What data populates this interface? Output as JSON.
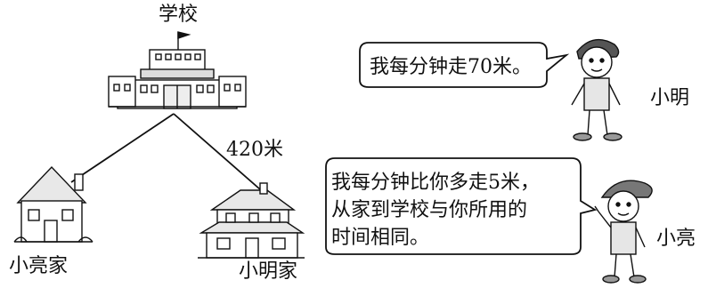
{
  "labels": {
    "school": "学校",
    "xiaoliang_home": "小亮家",
    "xiaoming_home": "小明家",
    "distance": "420米",
    "xiaoming": "小明",
    "xiaoliang": "小亮"
  },
  "bubbles": {
    "xiaoming_says": "我每分钟走70米。",
    "xiaoliang_says": [
      "我每分钟比你多走5米，",
      "从家到学校与你所用的",
      "时间相同。"
    ]
  }
}
